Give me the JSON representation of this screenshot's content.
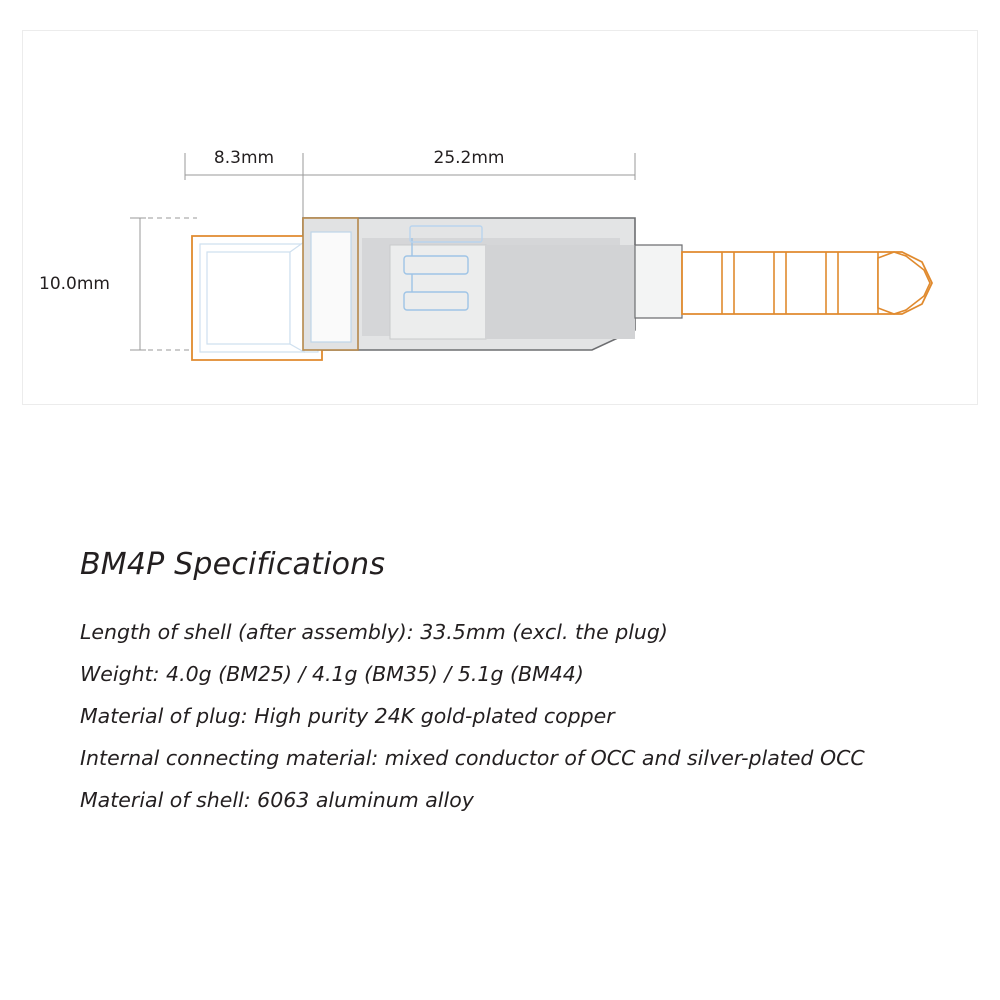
{
  "drawing": {
    "title": "bm4p-connector-technical-drawing",
    "dimensions": {
      "barrel_left": "8.3mm",
      "barrel_right": "25.2mm",
      "height": "10.0mm"
    },
    "colors": {
      "outline_orange": "#e08a2e",
      "outline_gray": "#6d6e71",
      "fill_gray": "#d9dadb",
      "detail_blue": "#a8c8e8",
      "dimension_line": "#8c8c8c",
      "panel_border": "#e6e6e6"
    }
  },
  "specs": {
    "title": "BM4P Specifications",
    "items": [
      "Length of shell (after assembly): 33.5mm (excl. the plug)",
      "Weight: 4.0g (BM25) / 4.1g (BM35) / 5.1g (BM44)",
      "Material of plug: High purity 24K gold-plated copper",
      "Internal connecting material: mixed conductor of OCC and silver-plated OCC",
      "Material of shell: 6063 aluminum alloy"
    ]
  }
}
